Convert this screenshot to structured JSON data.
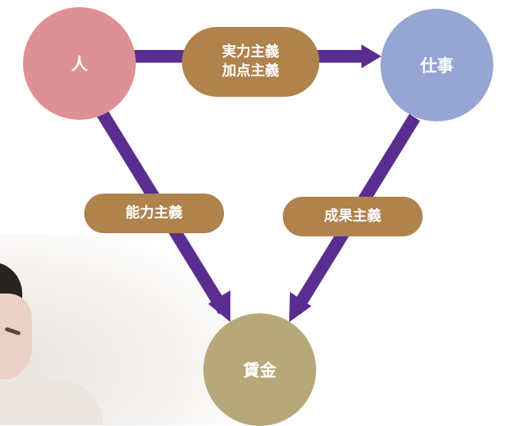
{
  "nodes": {
    "person": "人",
    "work": "仕事",
    "wage": "賃金"
  },
  "relations": {
    "person_to_work": [
      "実力主義",
      "加点主義"
    ],
    "person_to_wage": "能力主義",
    "work_to_wage": "成果主義"
  },
  "colors": {
    "person": "#de9097",
    "work": "#97a5d4",
    "wage": "#b6a878",
    "label": "#b0824c",
    "arrow": "#5a2e90"
  }
}
